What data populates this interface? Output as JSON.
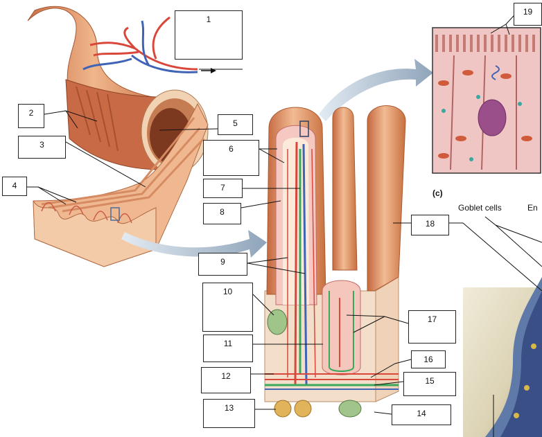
{
  "labels": {
    "l1": "1",
    "l2": "2",
    "l3": "3",
    "l4": "4",
    "l5": "5",
    "l6": "6",
    "l7": "7",
    "l8": "8",
    "l9": "9",
    "l10": "10",
    "l11": "11",
    "l12": "12",
    "l13": "13",
    "l14": "14",
    "l15": "15",
    "l16": "16",
    "l17": "17",
    "l18": "18",
    "l19": "19"
  },
  "panel_c": {
    "letter": "(c)",
    "goblet": "Goblet cells",
    "en": "En"
  },
  "colors": {
    "tissue": "#e9a77f",
    "tissue_dark": "#c46f48",
    "tissue_light": "#f6d3b8",
    "artery": "#d9473a",
    "vein": "#3f63b5",
    "lacteal": "#3aa85b",
    "cell": "#f2b7b8",
    "arrow": "#9fb1c3",
    "micro": "#e7dfc9"
  }
}
